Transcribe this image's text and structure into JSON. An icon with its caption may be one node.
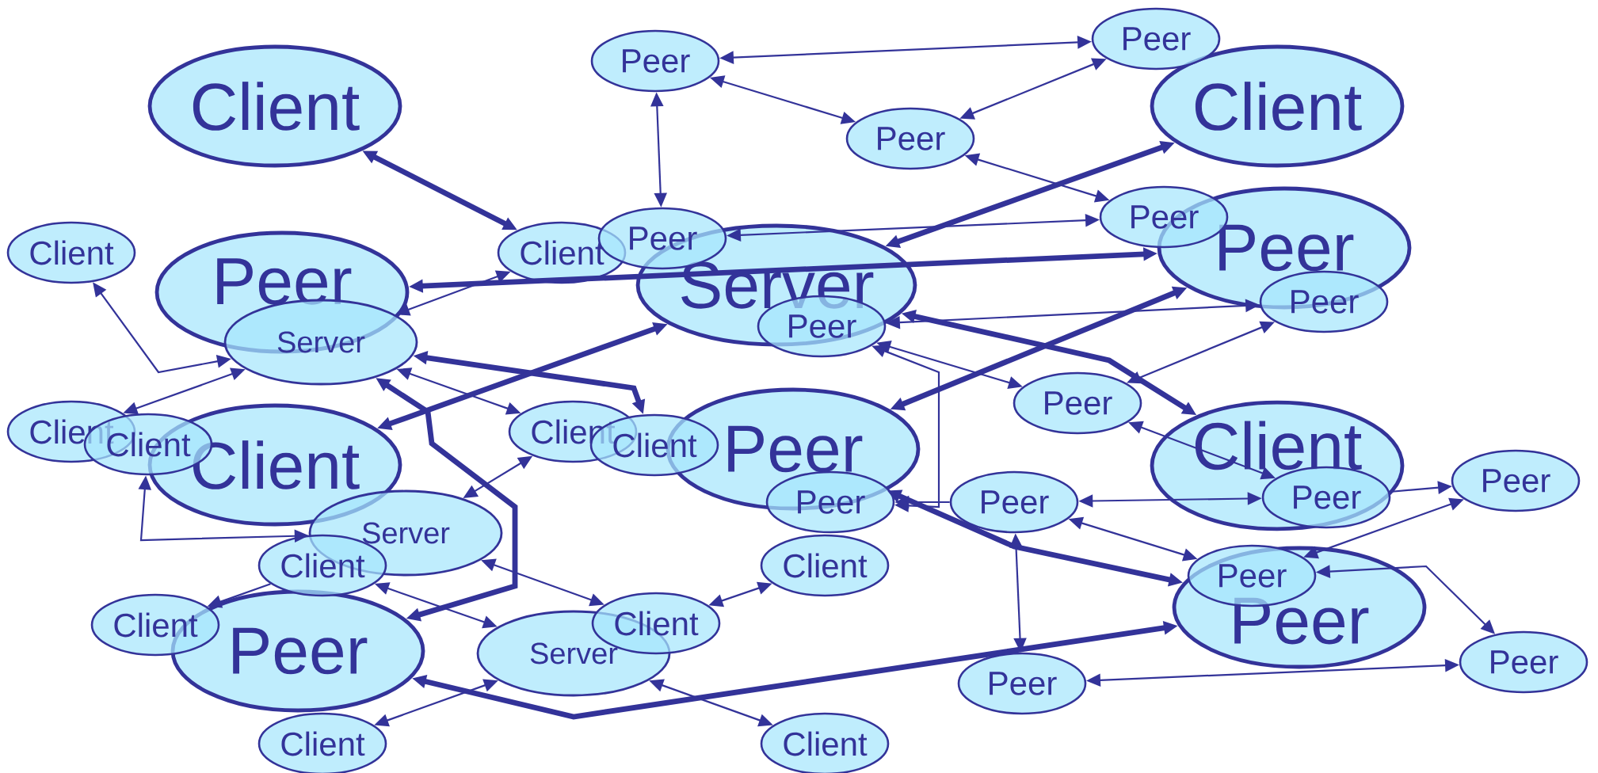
{
  "diagram": {
    "nodes": [
      {
        "text": [
          "Client"
        ]
      },
      {
        "text": [
          "Peer"
        ]
      },
      {
        "text": [
          "Peer"
        ]
      },
      {
        "text": [
          "Peer"
        ]
      },
      {
        "text": [
          "Client"
        ]
      },
      {
        "text": [
          "Client"
        ]
      },
      {
        "text": [
          "Client"
        ]
      },
      {
        "text": [
          "Peer"
        ]
      },
      {
        "text": [
          "Server"
        ]
      },
      {
        "text": [
          "Peer"
        ]
      },
      {
        "text": [
          "Peer"
        ]
      },
      {
        "text": [
          "Peer"
        ]
      },
      {
        "text": [
          "Server"
        ]
      },
      {
        "text": [
          "Peer"
        ],
        "in": 8
      },
      {
        "text": [
          "Peer"
        ]
      },
      {
        "text": [
          "Client"
        ]
      },
      {
        "text": [
          "Client"
        ]
      },
      {
        "text": [
          "Client"
        ]
      },
      {
        "text": [
          "Client"
        ]
      },
      {
        "text": [
          "Client"
        ]
      },
      {
        "text": [
          "Peer"
        ]
      },
      {
        "text": [
          "Peer"
        ]
      },
      {
        "text": [
          "Client"
        ]
      },
      {
        "text": [
          "Peer"
        ],
        "in": 22
      },
      {
        "text": [
          "Peer"
        ]
      },
      {
        "text": [
          "Peer"
        ]
      },
      {
        "text": [
          "Peer"
        ]
      },
      {
        "text": [
          "Server"
        ]
      },
      {
        "text": [
          "Client"
        ]
      },
      {
        "text": [
          "Client"
        ]
      },
      {
        "text": [
          "Client"
        ]
      },
      {
        "text": [
          "Server"
        ]
      },
      {
        "text": [
          "Client"
        ]
      },
      {
        "text": [
          "Peer"
        ]
      },
      {
        "text": [
          "Peer"
        ]
      },
      {
        "text": [
          "Peer"
        ],
        "in": 34
      },
      {
        "text": [
          "Peer"
        ]
      },
      {
        "text": [
          "Peer"
        ]
      },
      {
        "text": [
          "Client"
        ]
      },
      {
        "text": [
          "Client"
        ]
      }
    ],
    "edges": [
      {
        "from": 0,
        "to": 6,
        "arrow": "both",
        "style": "thick"
      },
      {
        "from": 11,
        "to": 10,
        "arrow": "both",
        "style": "thick"
      },
      {
        "from": 12,
        "to": 6,
        "arrow": "both"
      },
      {
        "from": 5,
        "to": 12,
        "arrow": "both"
      },
      {
        "from": 15,
        "to": 12,
        "arrow": "both"
      },
      {
        "from": 12,
        "to": 18,
        "arrow": "both"
      },
      {
        "from": 12,
        "to": 19,
        "arrow": "both",
        "style": "thick"
      },
      {
        "from": 17,
        "to": 8,
        "arrow": "both",
        "style": "thick"
      },
      {
        "from": 12,
        "to": 33,
        "arrow": "both",
        "style": "thick"
      },
      {
        "from": 16,
        "to": 27,
        "arrow": "both"
      },
      {
        "from": 27,
        "to": 18,
        "arrow": "both"
      },
      {
        "from": 27,
        "to": 32,
        "arrow": "both"
      },
      {
        "from": 28,
        "to": 31,
        "arrow": "both"
      },
      {
        "from": 28,
        "to": 30,
        "arrow": "to"
      },
      {
        "from": 33,
        "to": 34,
        "arrow": "both",
        "style": "thick"
      },
      {
        "from": 38,
        "to": 31,
        "arrow": "both"
      },
      {
        "from": 31,
        "to": 39,
        "arrow": "both"
      },
      {
        "from": 32,
        "to": 29,
        "arrow": "both"
      },
      {
        "from": 1,
        "to": 2,
        "arrow": "both"
      },
      {
        "from": 1,
        "to": 3,
        "arrow": "both"
      },
      {
        "from": 1,
        "to": 7,
        "arrow": "both"
      },
      {
        "from": 3,
        "to": 2,
        "arrow": "both"
      },
      {
        "from": 3,
        "to": 9,
        "arrow": "both"
      },
      {
        "from": 7,
        "to": 9,
        "arrow": "both"
      },
      {
        "from": 8,
        "to": 4,
        "arrow": "both",
        "style": "thick"
      },
      {
        "from": 13,
        "to": 14,
        "arrow": "both"
      },
      {
        "from": 13,
        "to": 21,
        "arrow": "both"
      },
      {
        "from": 24,
        "to": 13,
        "arrow": "both"
      },
      {
        "from": 8,
        "to": 22,
        "arrow": "both",
        "style": "thick"
      },
      {
        "from": 21,
        "to": 23,
        "arrow": "both"
      },
      {
        "from": 20,
        "to": 10,
        "arrow": "both",
        "style": "thick"
      },
      {
        "from": 21,
        "to": 14,
        "arrow": "both"
      },
      {
        "from": 25,
        "to": 24,
        "arrow": "to"
      },
      {
        "from": 25,
        "to": 23,
        "arrow": "both"
      },
      {
        "from": 23,
        "to": 26,
        "arrow": "to"
      },
      {
        "from": 35,
        "to": 26,
        "arrow": "both"
      },
      {
        "from": 20,
        "to": 34,
        "arrow": "both",
        "style": "thick"
      },
      {
        "from": 25,
        "to": 35,
        "arrow": "both"
      },
      {
        "from": 25,
        "to": 37,
        "arrow": "both"
      },
      {
        "from": 37,
        "to": 36,
        "arrow": "both"
      },
      {
        "from": 35,
        "to": 36,
        "arrow": "both"
      }
    ]
  }
}
